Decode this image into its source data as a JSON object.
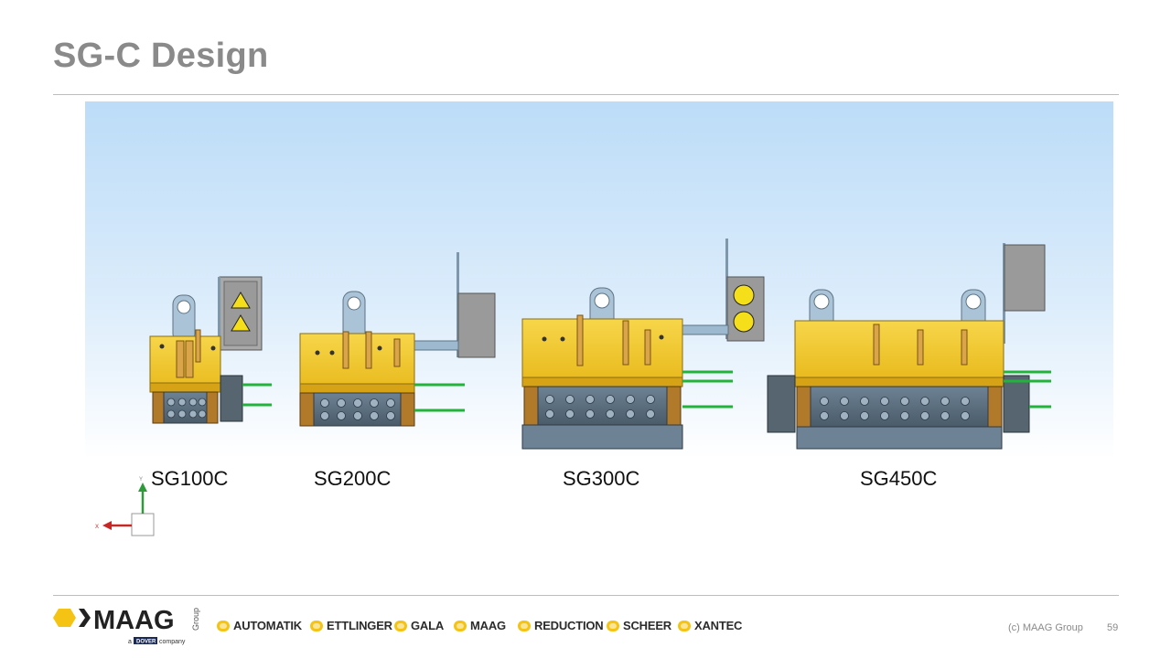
{
  "slide": {
    "title": "SG-C Design",
    "page_number": "59",
    "copyright": "(c) MAAG Group"
  },
  "models": [
    "SG100C",
    "SG200C",
    "SG300C",
    "SG450C"
  ],
  "axis": {
    "x_label": "X",
    "y_label": "Y"
  },
  "logo": {
    "name": "MAAG",
    "group": "Group",
    "tagline_prefix": "a",
    "tagline_brand": "DOVER",
    "tagline_suffix": "company"
  },
  "brands": [
    "AUTOMATIK",
    "ETTLINGER",
    "GALA",
    "MAAG",
    "REDUCTION",
    "SCHEER",
    "XANTEC"
  ],
  "colors": {
    "title": "#8a8a8a",
    "brand_yellow": "#f4c314",
    "housing_yellow": "#f2c630",
    "base_steel": "#5c6f80",
    "bracket_blue": "#9db9cf",
    "warning_box": "#8f8f8f",
    "nozzle_green": "#22b33a"
  }
}
